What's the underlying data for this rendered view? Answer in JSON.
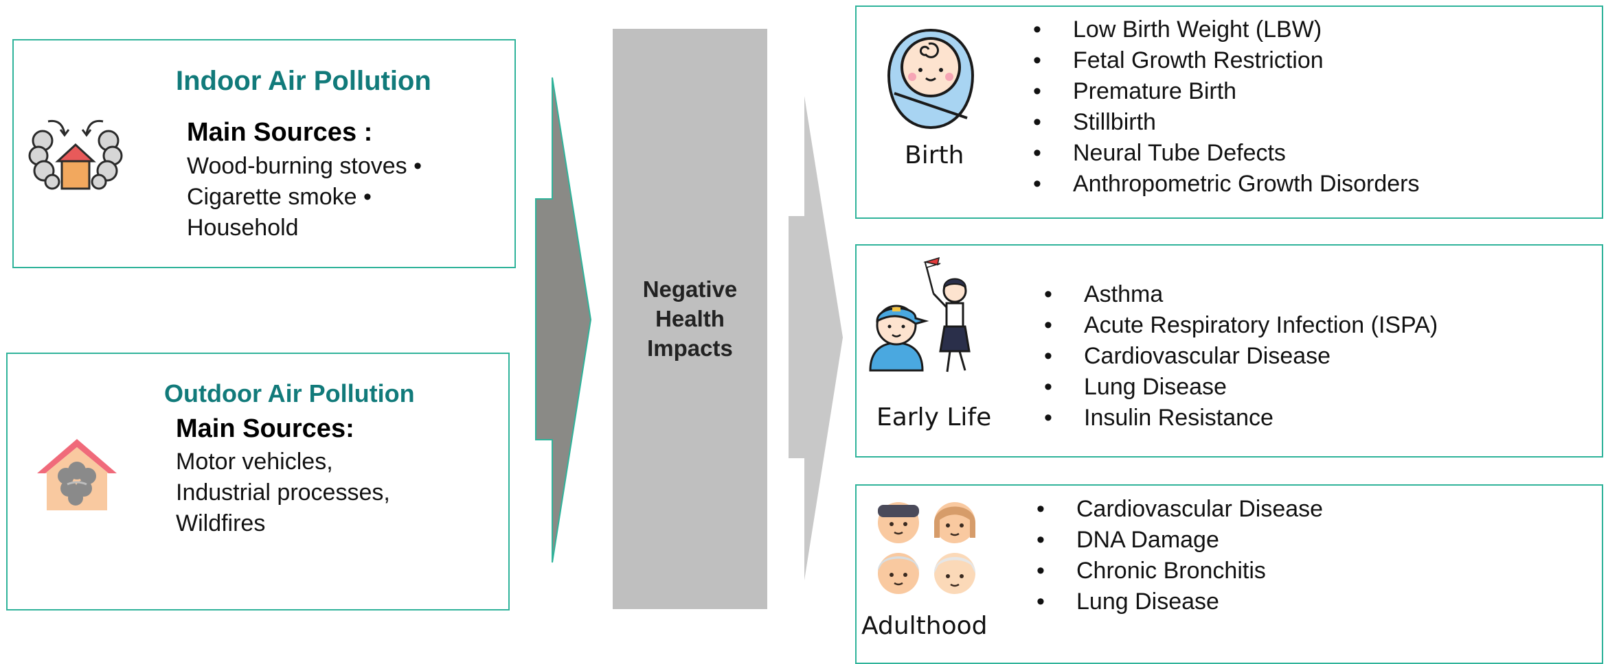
{
  "center": {
    "lines": [
      "Negative",
      "Health",
      "Impacts"
    ]
  },
  "sources": {
    "indoor": {
      "title": "Indoor Air Pollution",
      "main_label": "Main Sources :",
      "lines": [
        "Wood-burning stoves •",
        "Cigarette smoke •",
        "Household"
      ],
      "icon": "house-smoke-indoor-icon"
    },
    "outdoor": {
      "title": "Outdoor Air Pollution",
      "main_label": "Main Sources:",
      "lines": [
        "Motor vehicles,",
        "Industrial processes,",
        "Wildfires"
      ],
      "icon": "house-smoke-outdoor-icon"
    }
  },
  "stages": {
    "birth": {
      "label": "Birth",
      "icon": "swaddled-baby-icon",
      "items": [
        "Low Birth Weight (LBW)",
        "Fetal Growth Restriction",
        "Premature Birth",
        "Stillbirth",
        "Neural Tube Defects",
        "Anthropometric Growth Disorders"
      ]
    },
    "early_life": {
      "label": "Early Life",
      "icon": "children-icon",
      "items": [
        "Asthma",
        "Acute Respiratory Infection (ISPA)",
        "Cardiovascular Disease",
        "Lung Disease",
        "Insulin Resistance"
      ]
    },
    "adulthood": {
      "label": "Adulthood",
      "icon": "adults-faces-icon",
      "items": [
        "Cardiovascular Disease",
        "DNA Damage",
        "Chronic Bronchitis",
        "Lung Disease"
      ]
    }
  },
  "colors": {
    "border": "#2fb39a",
    "title": "#117a7a",
    "center_block": "#bfbfbf",
    "left_arrow": "#8a8a86",
    "right_arrow": "#c8c8c8"
  }
}
